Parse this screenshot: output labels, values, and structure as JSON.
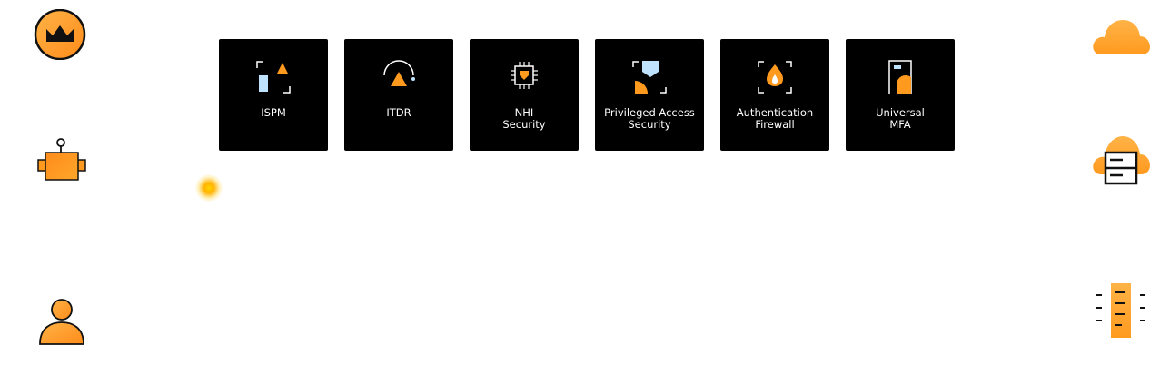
{
  "products": [
    {
      "label": "ISPM",
      "icon": "ispm-icon"
    },
    {
      "label": "ITDR",
      "icon": "itdr-icon"
    },
    {
      "label": "NHI\nSecurity",
      "icon": "nhi-chip-icon"
    },
    {
      "label": "Privileged Access\nSecurity",
      "icon": "privileged-access-icon"
    },
    {
      "label": "Authentication\nFirewall",
      "icon": "authentication-firewall-icon"
    },
    {
      "label": "Universal\nMFA",
      "icon": "universal-mfa-icon"
    }
  ],
  "side_icons": {
    "left": [
      "crown-icon",
      "robot-icon",
      "user-icon"
    ],
    "right": [
      "cloud-icon",
      "cloud-server-icon",
      "server-rack-icon"
    ],
    "decorative": [
      "glow-dot"
    ]
  },
  "colors": {
    "card_bg": "#000000",
    "card_text": "#ffffff",
    "accent_orange": "#ff9a1f",
    "accent_light_blue": "#bfe3ff"
  }
}
